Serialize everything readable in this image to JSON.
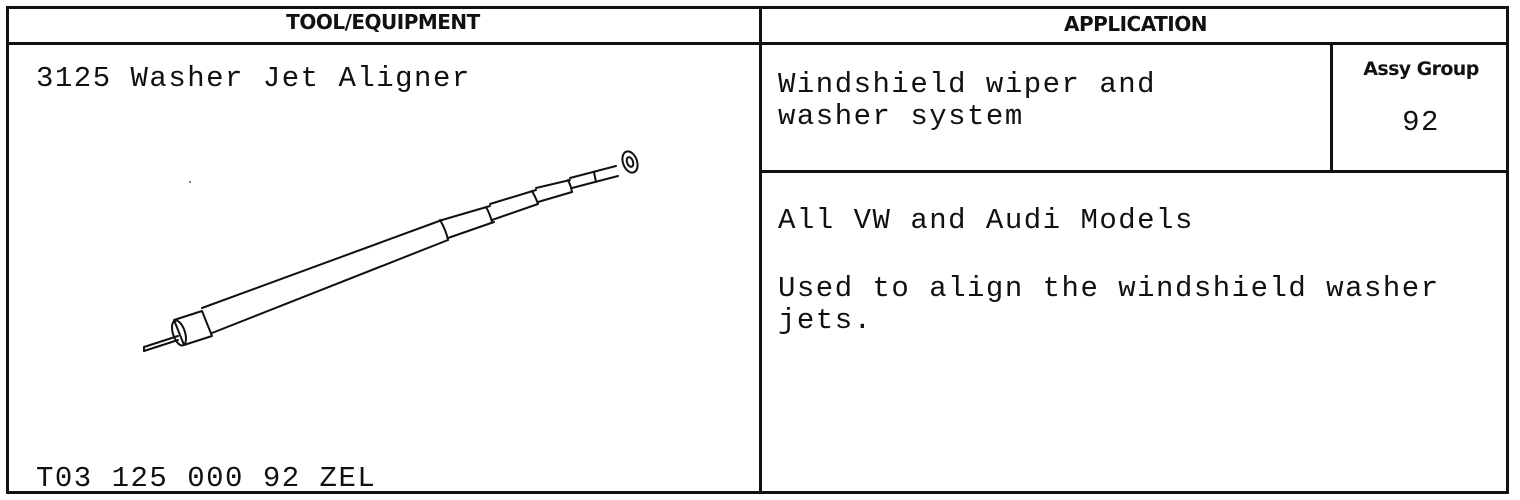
{
  "headers": {
    "tool_equipment": "TOOL/EQUIPMENT",
    "application": "APPLICATION",
    "assy_group": "Assy Group"
  },
  "tool": {
    "name": "3125 Washer Jet Aligner",
    "part_number": "T03 125 000 92 ZEL",
    "illustration": "washer-jet-aligner-drawing"
  },
  "application": {
    "system_line1": "Windshield wiper and",
    "system_line2": "washer system",
    "assy_group_value": "92",
    "models": "All VW and Audi Models",
    "usage_line1": "Used to align the windshield washer",
    "usage_line2": "jets."
  }
}
